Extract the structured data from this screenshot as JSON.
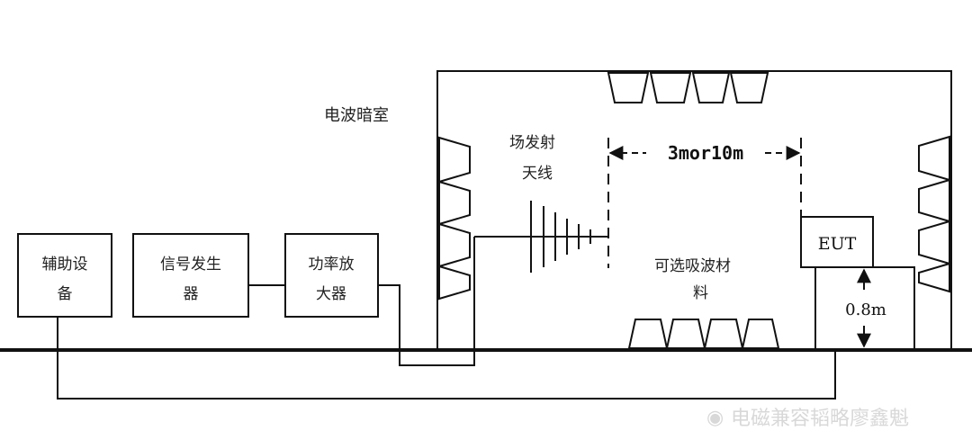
{
  "chamber_label": "电波暗室",
  "antenna_label": [
    "场发射",
    "天线"
  ],
  "distance_label": "3mor10m",
  "absorber_label": [
    "可选吸波材",
    "料"
  ],
  "eut_label": "EUT",
  "height_label": "0.8m",
  "boxes": {
    "aux": [
      "辅助设",
      "备"
    ],
    "siggen": [
      "信号发生",
      "器"
    ],
    "amp": [
      "功率放",
      "大器"
    ]
  },
  "watermark": "电磁兼容韬略廖鑫魁",
  "colors": {
    "line": "#111111",
    "text": "#222222",
    "watermark": "#d8d8d8"
  }
}
